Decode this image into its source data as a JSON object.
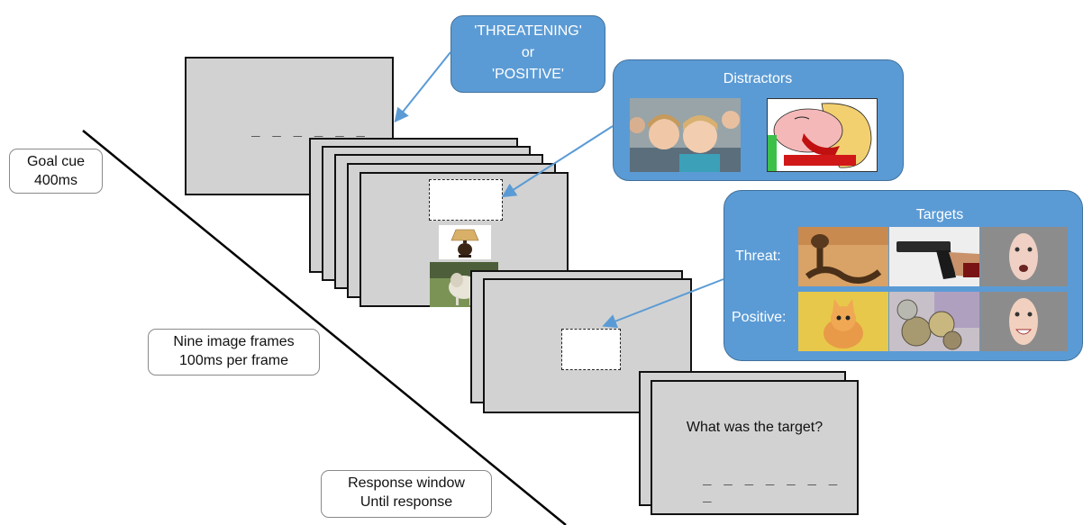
{
  "labels": {
    "goal_cue": [
      "Goal cue",
      "400ms"
    ],
    "image_frames": [
      "Nine image frames",
      "100ms per frame"
    ],
    "response_window": [
      "Response window",
      "Until response"
    ]
  },
  "goal_callout": [
    "'THREATENING'",
    "or",
    "'POSITIVE'"
  ],
  "goal_cue_blanks": "_ _ _ _ _ _",
  "distractors": {
    "title": "Distractors",
    "images": [
      "children-photo",
      "injured-face-drawing"
    ]
  },
  "targets": {
    "title": "Targets",
    "rows": [
      {
        "label": "Threat:",
        "images": [
          "cobra-photo",
          "gun-photo",
          "fearful-face-photo"
        ]
      },
      {
        "label": "Positive:",
        "images": [
          "kitten-photo",
          "coins-photo",
          "happy-face-photo"
        ]
      }
    ]
  },
  "frame_images": [
    "lamp-photo",
    "sheep-photo"
  ],
  "response": {
    "question": "What was the target?",
    "blanks": "_ _ _ _ _ _ _ _"
  },
  "colors": {
    "callout_fill": "#5b9bd5",
    "callout_border": "#41719c",
    "frame_fill": "#d2d2d2",
    "arrow": "#5b9bd5"
  }
}
